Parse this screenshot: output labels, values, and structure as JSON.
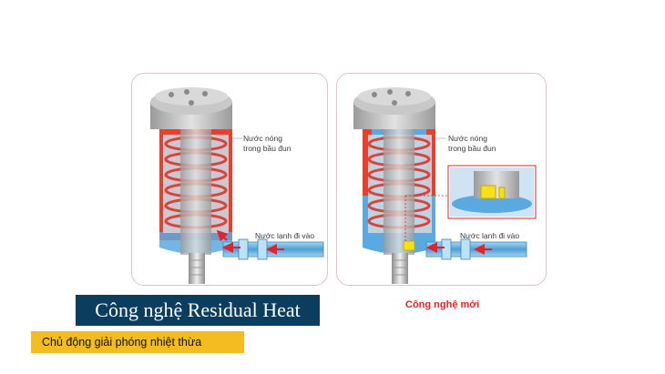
{
  "left_diagram": {
    "hot_water_label": [
      "Nước nóng",
      "trong bầu đun"
    ],
    "cold_water_label": "Nước lạnh đi vào"
  },
  "right_diagram": {
    "hot_water_label": [
      "Nước nóng",
      "trong bầu đun"
    ],
    "cold_water_label": "Nước lạnh đi vào",
    "caption": "Công nghệ mới"
  },
  "title": "Công nghệ Residual Heat",
  "subtitle": "Chủ động giải phóng nhiệt thừa",
  "colors": {
    "hot_red": "#e8402a",
    "cold_blue": "#5aa9e0",
    "title_bg": "#0b3d5e",
    "subtitle_bg": "#f3bd21",
    "accent_red": "#e2232a",
    "new_part_yellow": "#f5e11a"
  }
}
